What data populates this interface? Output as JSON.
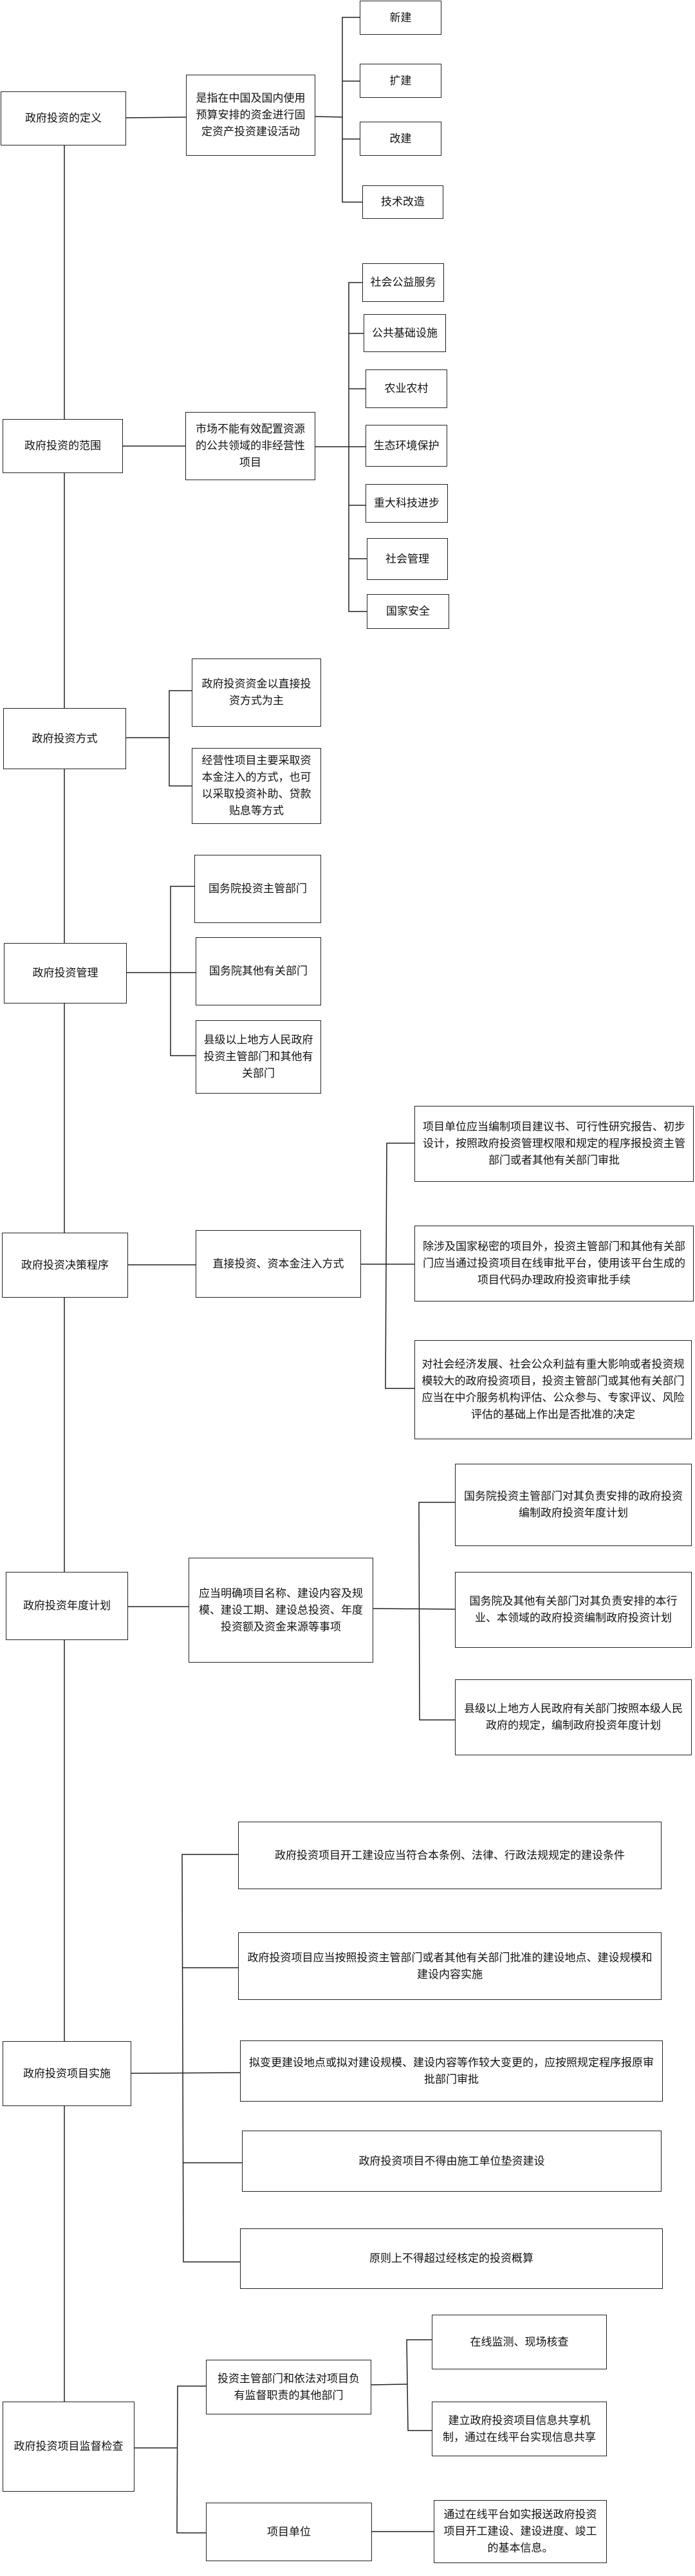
{
  "sections": [
    {
      "title": "政府投资的定义",
      "mid": [
        "是指在中国及国内使用预算安排的资金进行固定资产投资建设活动"
      ],
      "leaves": [
        "新建",
        "扩建",
        "改建",
        "技术改造"
      ]
    },
    {
      "title": "政府投资的范围",
      "mid": [
        "市场不能有效配置资源的公共领域的非经营性项目"
      ],
      "leaves": [
        "社会公益服务",
        "公共基础设施",
        "农业农村",
        "生态环境保护",
        "重大科技进步",
        "社会管理",
        "国家安全"
      ]
    },
    {
      "title": "政府投资方式",
      "mid": [
        "政府投资资金以直接投资方式为主",
        "经营性项目主要采取资本金注入的方式，也可以采取投资补助、贷款贴息等方式"
      ]
    },
    {
      "title": "政府投资管理",
      "mid": [
        "国务院投资主管部门",
        "国务院其他有关部门",
        "县级以上地方人民政府投资主管部门和其他有关部门"
      ]
    },
    {
      "title": "政府投资决策程序",
      "mid": [
        "直接投资、资本金注入方式"
      ],
      "leaves": [
        "项目单位应当编制项目建议书、可行性研究报告、初步设计，按照政府投资管理权限和规定的程序报投资主管部门或者其他有关部门审批",
        "除涉及国家秘密的项目外，投资主管部门和其他有关部门应当通过投资项目在线审批平台，使用该平台生成的项目代码办理政府投资审批手续",
        "对社会经济发展、社会公众利益有重大影响或者投资规模较大的政府投资项目，投资主管部门或其他有关部门应当在中介服务机构评估、公众参与、专家评议、风险评估的基础上作出是否批准的决定"
      ]
    },
    {
      "title": "政府投资年度计划",
      "mid": [
        "应当明确项目名称、建设内容及规模、建设工期、建设总投资、年度投资额及资金来源等事项"
      ],
      "leaves": [
        "国务院投资主管部门对其负责安排的政府投资编制政府投资年度计划",
        "国务院及其他有关部门对其负责安排的本行业、本领域的政府投资编制政府投资计划",
        "县级以上地方人民政府有关部门按照本级人民政府的规定，编制政府投资年度计划"
      ]
    },
    {
      "title": "政府投资项目实施",
      "mid": [
        "政府投资项目开工建设应当符合本条例、法律、行政法规规定的建设条件",
        "政府投资项目应当按照投资主管部门或者其他有关部门批准的建设地点、建设规模和建设内容实施",
        "拟变更建设地点或拟对建设规模、建设内容等作较大变更的，应按照规定程序报原审批部门审批",
        "政府投资项目不得由施工单位垫资建设",
        "原则上不得超过经核定的投资概算"
      ]
    },
    {
      "title": "政府投资项目监督检查",
      "mid": [
        "投资主管部门和依法对项目负有监督职责的其他部门",
        "项目单位"
      ],
      "leaves": [
        "在线监测、现场核查",
        "建立政府投资项目信息共享机制，通过在线平台实现信息共享",
        "通过在线平台如实报送政府投资项目开工建设、建设进度、竣工的基本信息。"
      ]
    }
  ]
}
